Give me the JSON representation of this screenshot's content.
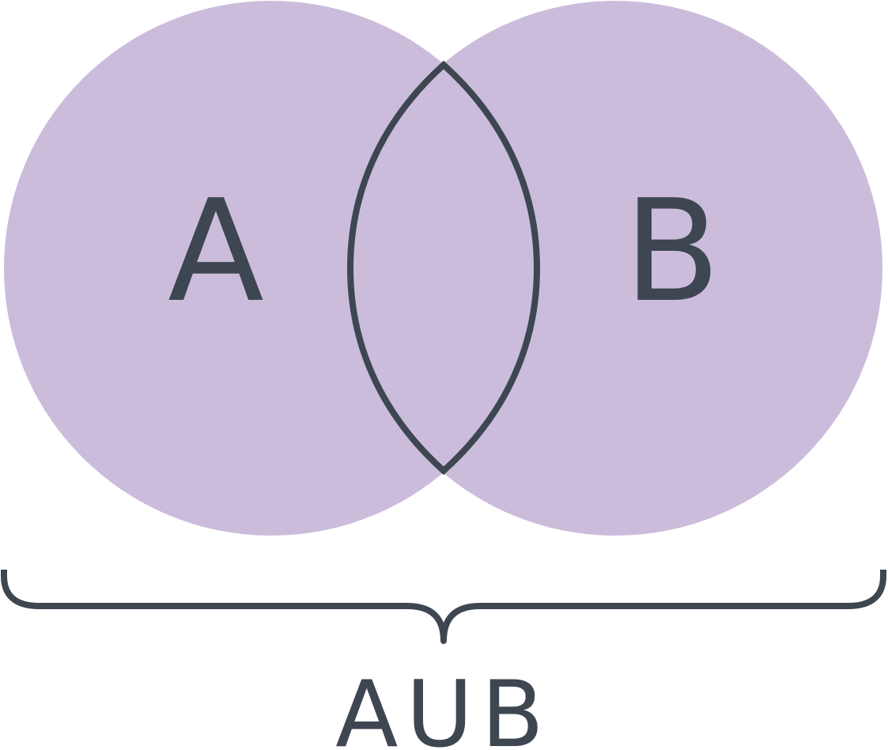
{
  "diagram": {
    "set_a_label": "A",
    "set_b_label": "B",
    "union_label": "AUB"
  },
  "colors": {
    "circle_fill": "#cbbcdc",
    "stroke": "#3d4651",
    "text": "#3d4651",
    "background": "#ffffff"
  }
}
